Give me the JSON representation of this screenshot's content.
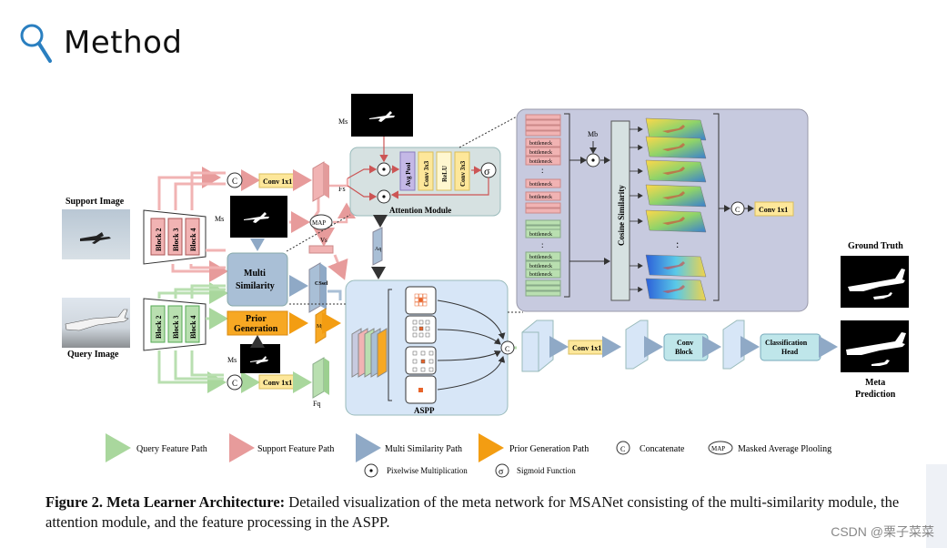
{
  "header": {
    "title": "Method"
  },
  "diagram": {
    "support_image_label": "Support Image",
    "query_image_label": "Query Image",
    "block_labels": [
      "Block 2",
      "Block 3",
      "Block 4"
    ],
    "ms_label": "Ms",
    "mb_label": "Mb",
    "fs_label": "Fs",
    "fq_label": "Fq",
    "vs_label": "Vs",
    "aq_label": "Aq",
    "cs_label": "CSsel",
    "mpr_label": "Mpr",
    "multi_similarity_label": [
      "Multi",
      "Similarity"
    ],
    "prior_generation_label": [
      "Prior",
      "Generation"
    ],
    "conv1x1": "Conv 1x1",
    "map": "MAP",
    "concat": "C",
    "avg_pool": "Avg Pool",
    "conv3x3": "Conv 3x3",
    "relu": "ReLU",
    "sigma": "σ",
    "attention_module": "Attention Module",
    "bottleneck": "bottleneck",
    "cosine_similarity": "Cosine Similarity",
    "aspp": "ASPP",
    "conv_block": [
      "Conv",
      "Block"
    ],
    "classification_head": [
      "Classification",
      "Head"
    ],
    "ground_truth": "Ground Truth",
    "meta_prediction": [
      "Meta",
      "Prediction"
    ],
    "dots": ":"
  },
  "legend": {
    "query_path": "Query Feature Path",
    "support_path": "Support Feature Path",
    "multi_path": "Multi Similarity Path",
    "prior_path": "Prior Generation Path",
    "concatenate": "Concatenate",
    "map": "Masked Average Plooling",
    "pixelwise": "Pixelwise Multiplication",
    "sigmoid": "Sigmoid Function"
  },
  "caption": {
    "bold": "Figure 2. Meta Learner Architecture:",
    "text": " Detailed visualization of the meta network for MSANet consisting of the multi-similarity module, the attention module, and the feature processing in the ASPP."
  },
  "watermark": "CSDN @栗子菜菜",
  "colors": {
    "query_green": "#b9dfb0",
    "support_pink": "#f1b3b3",
    "multi_blue": "#a9bfd6",
    "prior_orange": "#f7a823",
    "conv_yellow": "#fde79a",
    "aspp_bg": "#d7e6f7",
    "cos_bg": "#c7cadf",
    "attn_bg": "#d6e1e1",
    "head_cyan": "#bfe6ea"
  }
}
